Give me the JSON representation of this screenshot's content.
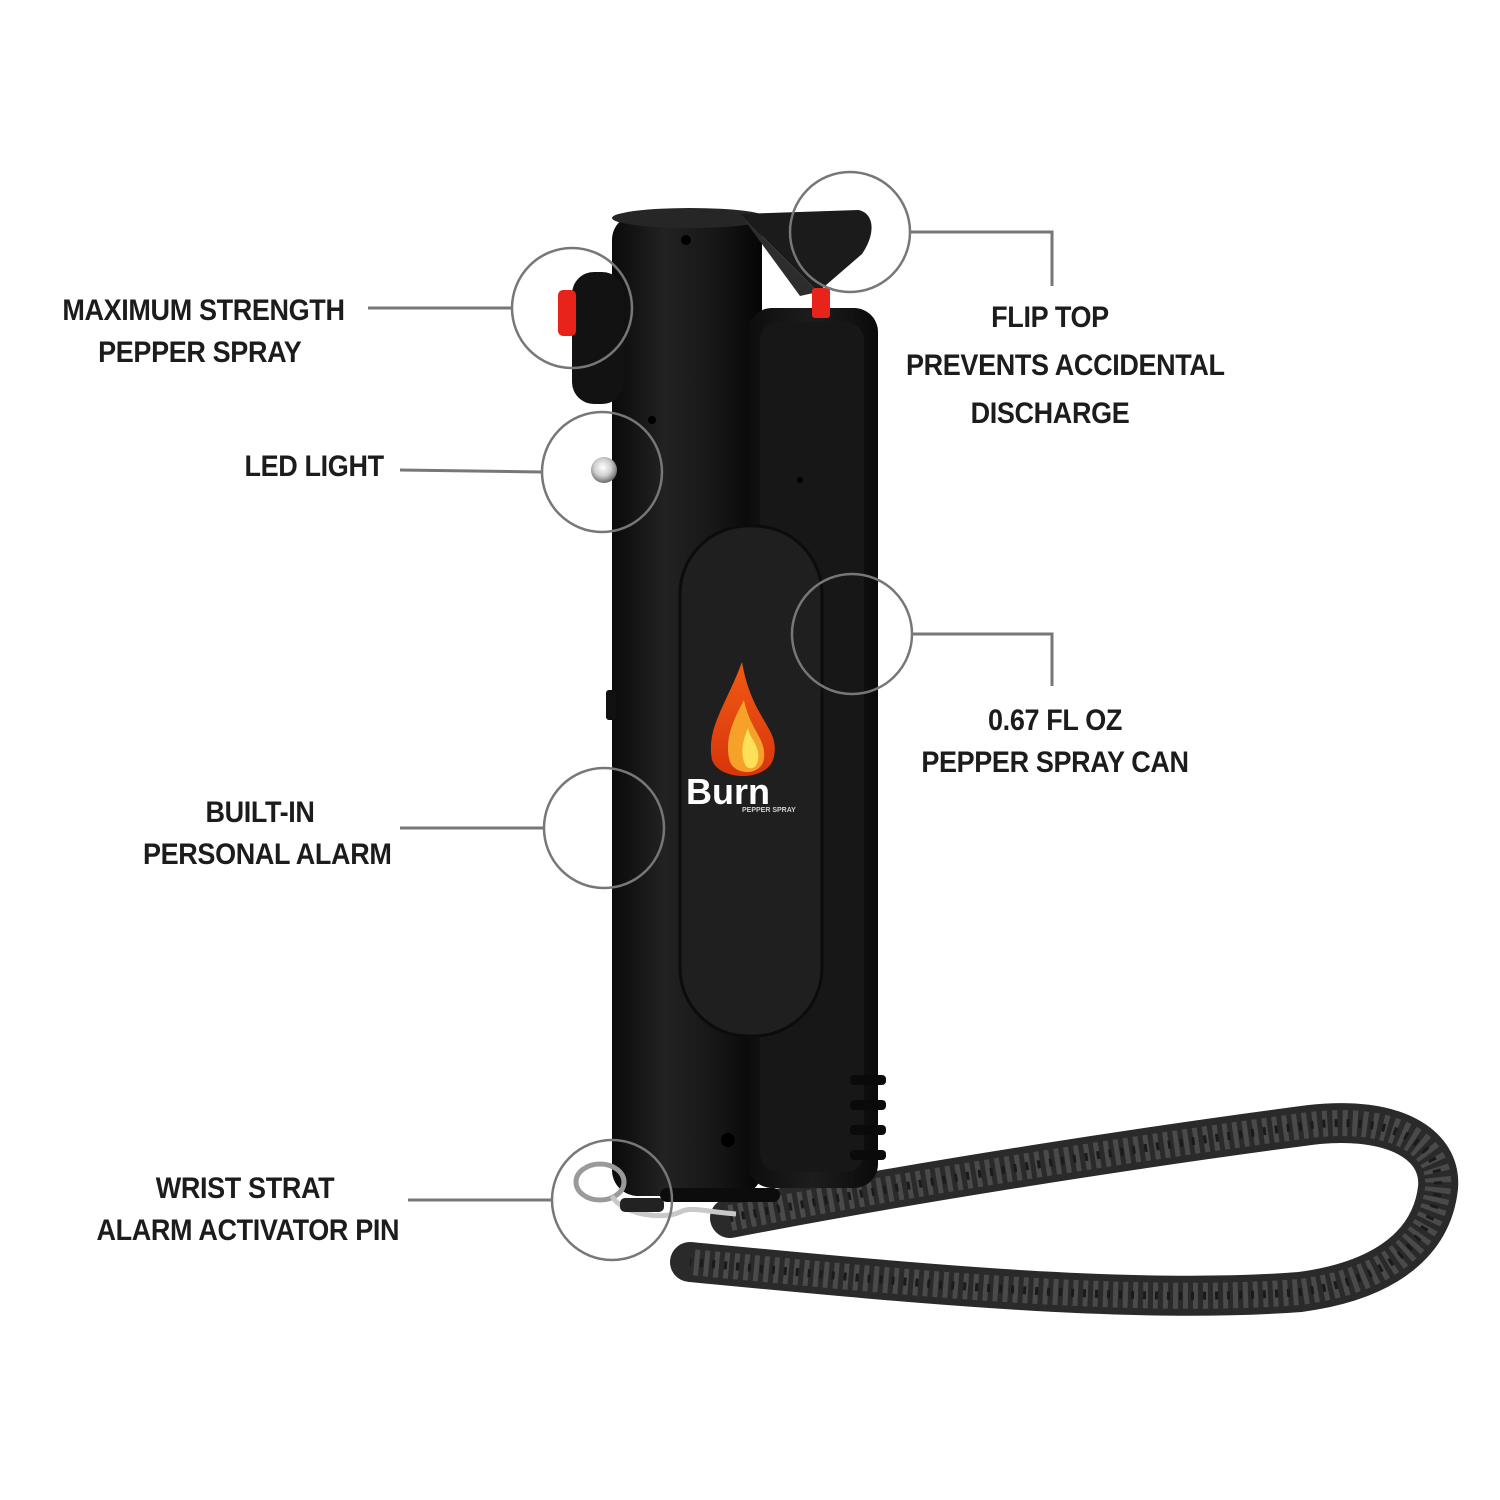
{
  "callouts": {
    "spray": {
      "line1": "MAXIMUM STRENGTH",
      "line2": "PEPPER SPRAY"
    },
    "led": {
      "line1": "LED LIGHT"
    },
    "alarm": {
      "line1": "BUILT-IN",
      "line2": "PERSONAL ALARM"
    },
    "wrist": {
      "line1": "WRIST STRAT",
      "line2": "ALARM ACTIVATOR PIN"
    },
    "flip": {
      "line1": "FLIP TOP",
      "line2": "PREVENTS ACCIDENTAL",
      "line3": "DISCHARGE"
    },
    "can": {
      "line1": "0.67 FL OZ",
      "line2": "PEPPER SPRAY CAN"
    }
  },
  "logo": {
    "brand": "Burn",
    "tagline": "PEPPER SPRAY"
  },
  "colors": {
    "background": "#ffffff",
    "device_body": "#161616",
    "accent_red": "#e8231c",
    "callout_line": "#777777",
    "label_text": "#1c1c1c"
  }
}
